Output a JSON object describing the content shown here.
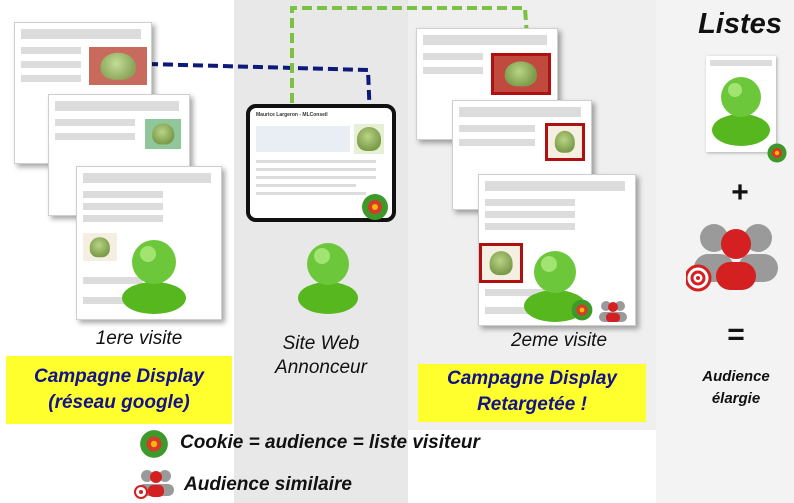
{
  "columns": {
    "first_visit": {
      "caption": "1ere visite",
      "campaign": "Campagne Display\n(réseau google)"
    },
    "site": {
      "caption": "Site Web\nAnnonceur",
      "thumb_title": "Maurice Largeron - MLConseil"
    },
    "second_visit": {
      "caption": "2eme visite",
      "campaign": "Campagne  Display\nRetargetée !"
    }
  },
  "side": {
    "title": "Listes",
    "plus": "+",
    "equals": "=",
    "result": "Audience\nélargie"
  },
  "legend": {
    "cookie": "Cookie = audience = liste visiteur",
    "similar": "Audience similaire"
  },
  "colors": {
    "highlight": "#ffff2e",
    "dashed_blue": "#0d1a7a",
    "dashed_green": "#7bc142",
    "retarget_frame": "#b01010",
    "person_green": "#56b81e",
    "similar_red": "#d42020"
  }
}
